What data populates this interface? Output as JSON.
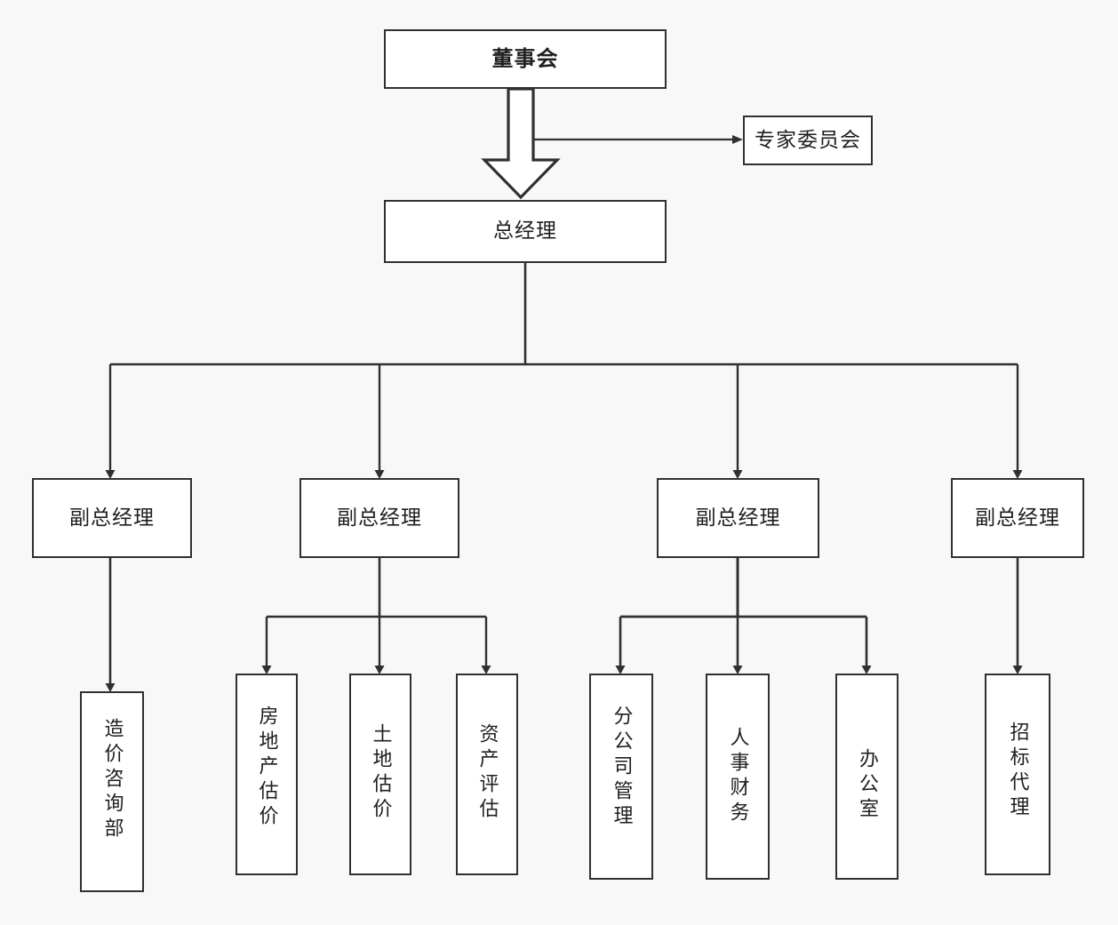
{
  "diagram": {
    "type": "organization-chart",
    "title_text": "",
    "background_color": "#f8f8f8",
    "line_color": "#2f3033",
    "box_fill": "#ffffff",
    "text_color": "#1d1f21"
  },
  "nodes": {
    "board": {
      "label": "董事会"
    },
    "expert_committee": {
      "label": "专家委员会"
    },
    "general_manager": {
      "label": "总经理"
    },
    "deputy_1": {
      "label": "副总经理"
    },
    "deputy_2": {
      "label": "副总经理"
    },
    "deputy_3": {
      "label": "副总经理"
    },
    "deputy_4": {
      "label": "副总经理"
    },
    "cost_consulting": {
      "label": "造价咨询部"
    },
    "real_estate_appraisal": {
      "label": "房地产估价"
    },
    "land_valuation": {
      "label": "土地估价"
    },
    "asset_evaluation": {
      "label": "资产评估"
    },
    "branch_management": {
      "label": "分公司管理"
    },
    "hr_finance": {
      "label": "人事财务"
    },
    "office": {
      "label": "办公室"
    },
    "bidding_agency": {
      "label": "招标代理"
    }
  },
  "hierarchy": {
    "root": "board",
    "edges": [
      {
        "from": "board",
        "to": "expert_committee",
        "style": "thin-arrow-right"
      },
      {
        "from": "board",
        "to": "general_manager",
        "style": "block-arrow-down"
      },
      {
        "from": "general_manager",
        "to": "deputy_1",
        "style": "elbow-arrow"
      },
      {
        "from": "general_manager",
        "to": "deputy_2",
        "style": "elbow-arrow"
      },
      {
        "from": "general_manager",
        "to": "deputy_3",
        "style": "elbow-arrow"
      },
      {
        "from": "general_manager",
        "to": "deputy_4",
        "style": "elbow-arrow"
      },
      {
        "from": "deputy_1",
        "to": "cost_consulting",
        "style": "straight-arrow"
      },
      {
        "from": "deputy_2",
        "to": "real_estate_appraisal",
        "style": "elbow-arrow"
      },
      {
        "from": "deputy_2",
        "to": "land_valuation",
        "style": "elbow-arrow"
      },
      {
        "from": "deputy_2",
        "to": "asset_evaluation",
        "style": "elbow-arrow"
      },
      {
        "from": "deputy_3",
        "to": "branch_management",
        "style": "elbow-arrow"
      },
      {
        "from": "deputy_3",
        "to": "hr_finance",
        "style": "elbow-arrow"
      },
      {
        "from": "deputy_3",
        "to": "office",
        "style": "elbow-arrow"
      },
      {
        "from": "deputy_4",
        "to": "bidding_agency",
        "style": "straight-arrow"
      }
    ]
  }
}
